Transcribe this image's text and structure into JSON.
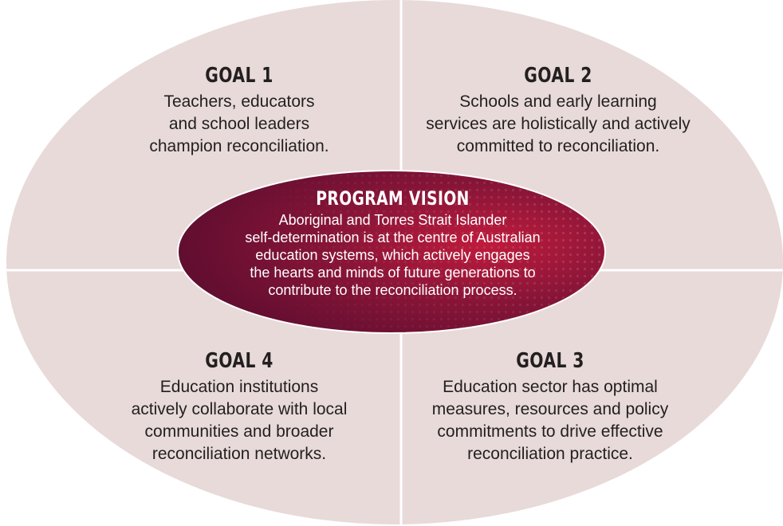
{
  "colors": {
    "outer_fill": "#e7dad9",
    "divider": "#ffffff",
    "vision_dark": "#6e0f35",
    "vision_mid": "#8a1538",
    "vision_bright": "#c01b3c",
    "goal_text": "#231f20",
    "vision_text": "#ffffff"
  },
  "goals": {
    "goal1": {
      "title": "GOAL 1",
      "description": "Teachers, educators\nand school leaders\nchampion reconciliation."
    },
    "goal2": {
      "title": "GOAL 2",
      "description": "Schools and early learning\nservices are holistically and actively\ncommitted to reconciliation."
    },
    "goal3": {
      "title": "GOAL 3",
      "description": "Education sector has optimal\nmeasures, resources and policy\ncommitments to drive effective\nreconciliation practice."
    },
    "goal4": {
      "title": "GOAL 4",
      "description": "Education institutions\nactively collaborate with local\ncommunities and broader\nreconciliation networks."
    }
  },
  "vision": {
    "title": "PROGRAM VISION",
    "description": "Aboriginal and Torres Strait Islander\nself-determination is at the centre of Australian\neducation systems, which actively engages\nthe hearts and minds of future generations to\ncontribute to the reconciliation process."
  }
}
